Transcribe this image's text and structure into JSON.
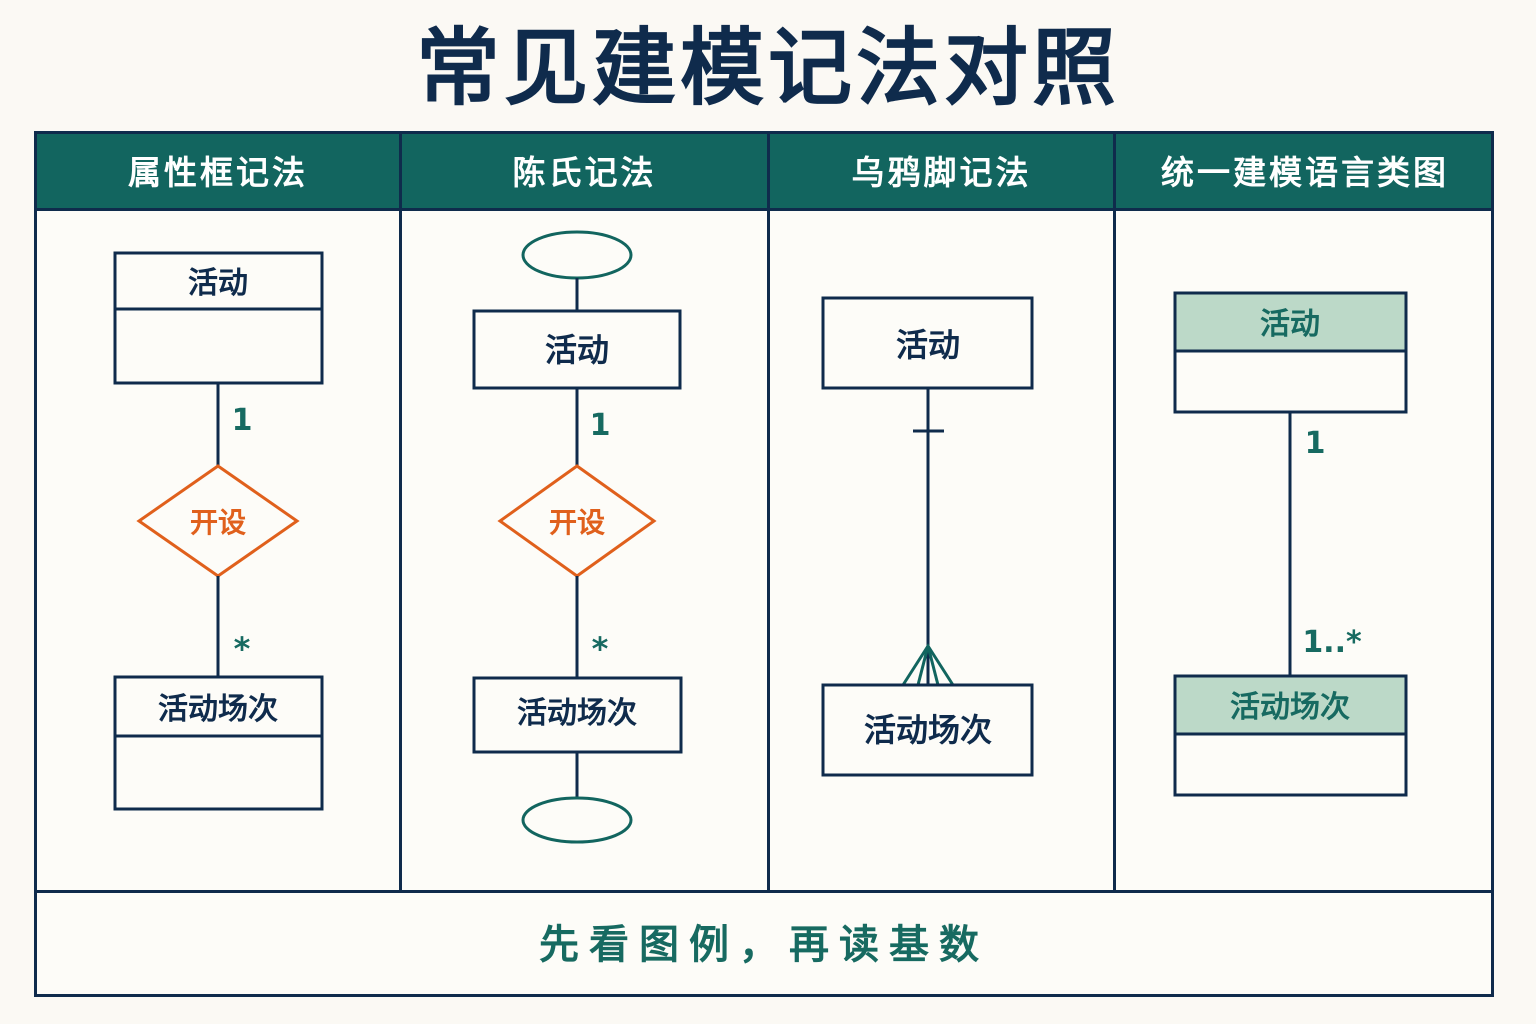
{
  "title": "常见建模记法对照",
  "columns": [
    {
      "header": "属性框记法",
      "entity_top": "活动",
      "relationship": "开设",
      "mult_top": "1",
      "mult_bottom": "*",
      "entity_bottom": "活动场次"
    },
    {
      "header": "陈氏记法",
      "entity_top": "活动",
      "relationship": "开设",
      "mult_top": "1",
      "mult_bottom": "*",
      "entity_bottom": "活动场次"
    },
    {
      "header": "乌鸦脚记法",
      "entity_top": "活动",
      "entity_bottom": "活动场次"
    },
    {
      "header": "统一建模语言类图",
      "entity_top": "活动",
      "mult_top": "1",
      "mult_bottom": "1..*",
      "entity_bottom": "活动场次"
    }
  ],
  "footer": "先看图例，再读基数",
  "colors": {
    "navy": "#0f2b4c",
    "teal": "#12655f",
    "orange": "#e0601c",
    "uml_fill": "#bcd9c8",
    "background": "#fbf9f4"
  }
}
